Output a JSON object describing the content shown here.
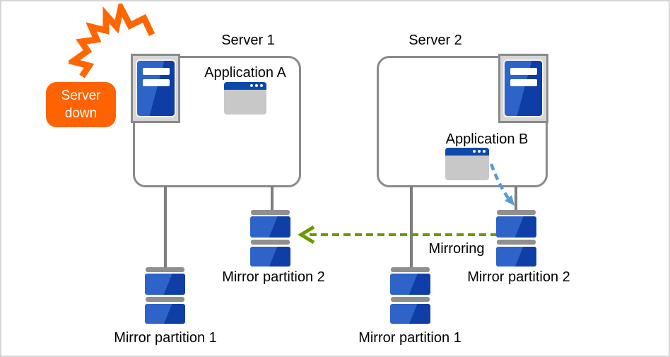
{
  "diagram": {
    "badge": {
      "text_line1": "Server",
      "text_line2": "down"
    },
    "server1": {
      "title": "Server 1",
      "app_label": "Application A",
      "partition1_label": "Mirror partition 1",
      "partition2_label": "Mirror partition 2"
    },
    "server2": {
      "title": "Server 2",
      "app_label": "Application B",
      "partition1_label": "Mirror partition 1",
      "partition2_label": "Mirror partition 2"
    },
    "mirroring_label": "Mirroring",
    "colors": {
      "alert_orange": "#FF6200",
      "crash_orange": "#FF6600",
      "disk_blue_light": "#2E64C8",
      "disk_blue_dark": "#0E3DA6",
      "titlebar_blue": "#0B4AAB",
      "window_gray": "#C8C8C8",
      "unit_gray": "#D6D6D6",
      "border_gray": "#8A8A8A",
      "connector_gray": "#7E7E7E",
      "mirroring_green": "#6B9A00",
      "write_arrow_blue": "#5B9BD5"
    },
    "icons": {
      "crash-icon": "orange zigzag impact burst",
      "server-tower-icon": "blue server tower with two white slots",
      "app-window-icon": "window with blue title bar and three dots",
      "disk-icon": "blue mirror partition disk stack",
      "mirroring-arrow-icon": "green dashed arrow pointing left",
      "write-arrow-icon": "blue dashed arrow pointing down-right"
    }
  }
}
